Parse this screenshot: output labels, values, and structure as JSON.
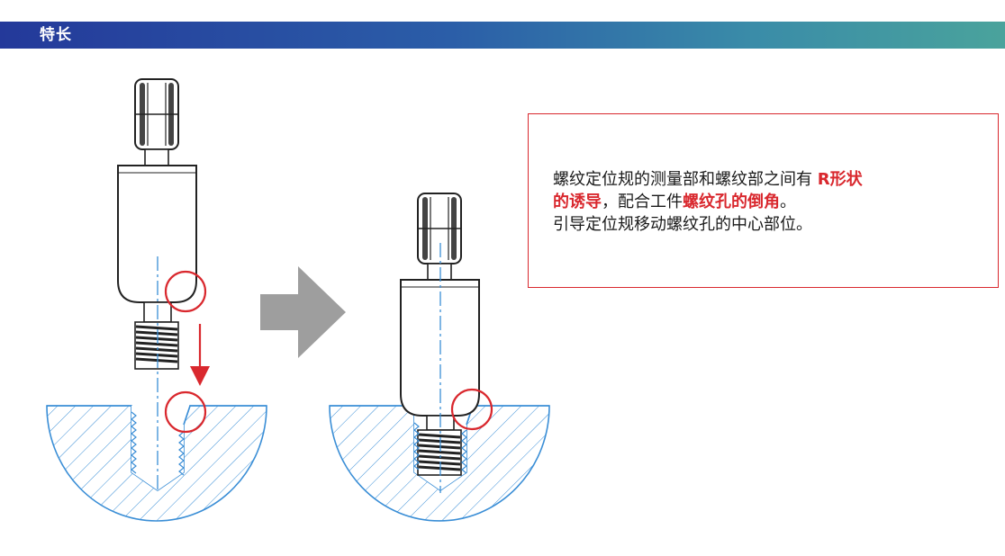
{
  "header": {
    "title": "特长",
    "gradient_start": "#24399a",
    "gradient_end": "#4aa39c"
  },
  "note": {
    "line1_a": "螺纹定位规的测量部和螺纹部之间有 ",
    "line1_b": "R形状",
    "line2_a": "的诱导",
    "line2_b": "，配合工件",
    "line2_c": "螺纹孔的倒角",
    "line2_d": "。",
    "line3": "引导定位规移动螺纹孔的中心部位。",
    "border_color": "#d9282e",
    "highlight_color": "#d9282e"
  },
  "figure": {
    "before_icon": "thread-gauge-before-insertion",
    "transition_icon": "right-arrow-icon",
    "after_icon": "thread-gauge-inserted",
    "workpiece_color": "#3a8ed6",
    "marker_color": "#d9282e",
    "arrow_color": "#9e9e9e"
  }
}
